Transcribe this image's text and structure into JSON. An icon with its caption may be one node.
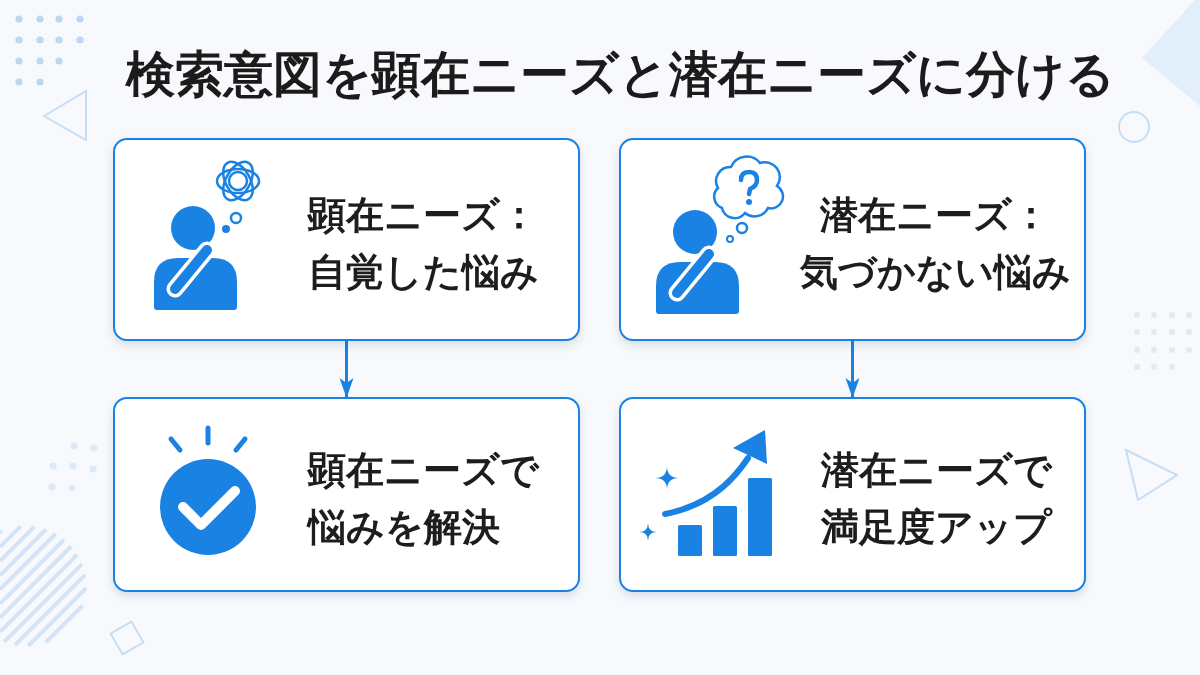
{
  "diagram": {
    "title": "検索意図を顕在ニーズと潜在ニーズに分ける",
    "nodes": [
      {
        "text": [
          "顕在ニーズ：",
          "自覚した悩み"
        ]
      },
      {
        "text": [
          "潜在ニーズ：",
          "気づかない悩み"
        ]
      },
      {
        "text": [
          "顕在ニーズで悩みを解決"
        ]
      },
      {
        "text": [
          "潜在ニーズで満足度アップ"
        ]
      }
    ],
    "edges": [
      {
        "from": 0,
        "to": 2,
        "arrow": "to"
      },
      {
        "from": 1,
        "to": 3,
        "arrow": "to"
      }
    ]
  }
}
